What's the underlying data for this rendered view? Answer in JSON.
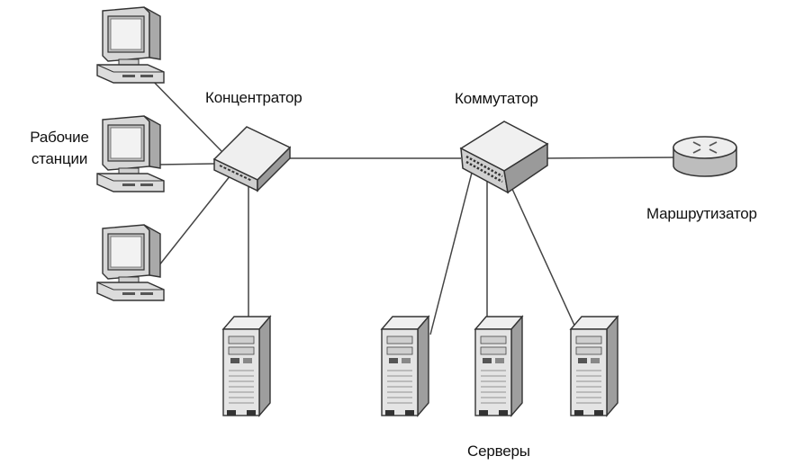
{
  "labels": {
    "hub": "Концентратор",
    "switch": "Коммутатор",
    "router": "Маршрутизатор",
    "workstations_line1": "Рабочие",
    "workstations_line2": "станции",
    "servers": "Серверы"
  },
  "icons": {
    "workstation": "desktop-computer-icon",
    "hub": "network-hub-icon",
    "switch": "network-switch-icon",
    "router": "router-icon",
    "server": "tower-server-icon"
  },
  "colors": {
    "line": "#444444",
    "device_fill": "#e6e6e6",
    "device_dark": "#9a9a9a",
    "screen": "#bdbdbd"
  }
}
